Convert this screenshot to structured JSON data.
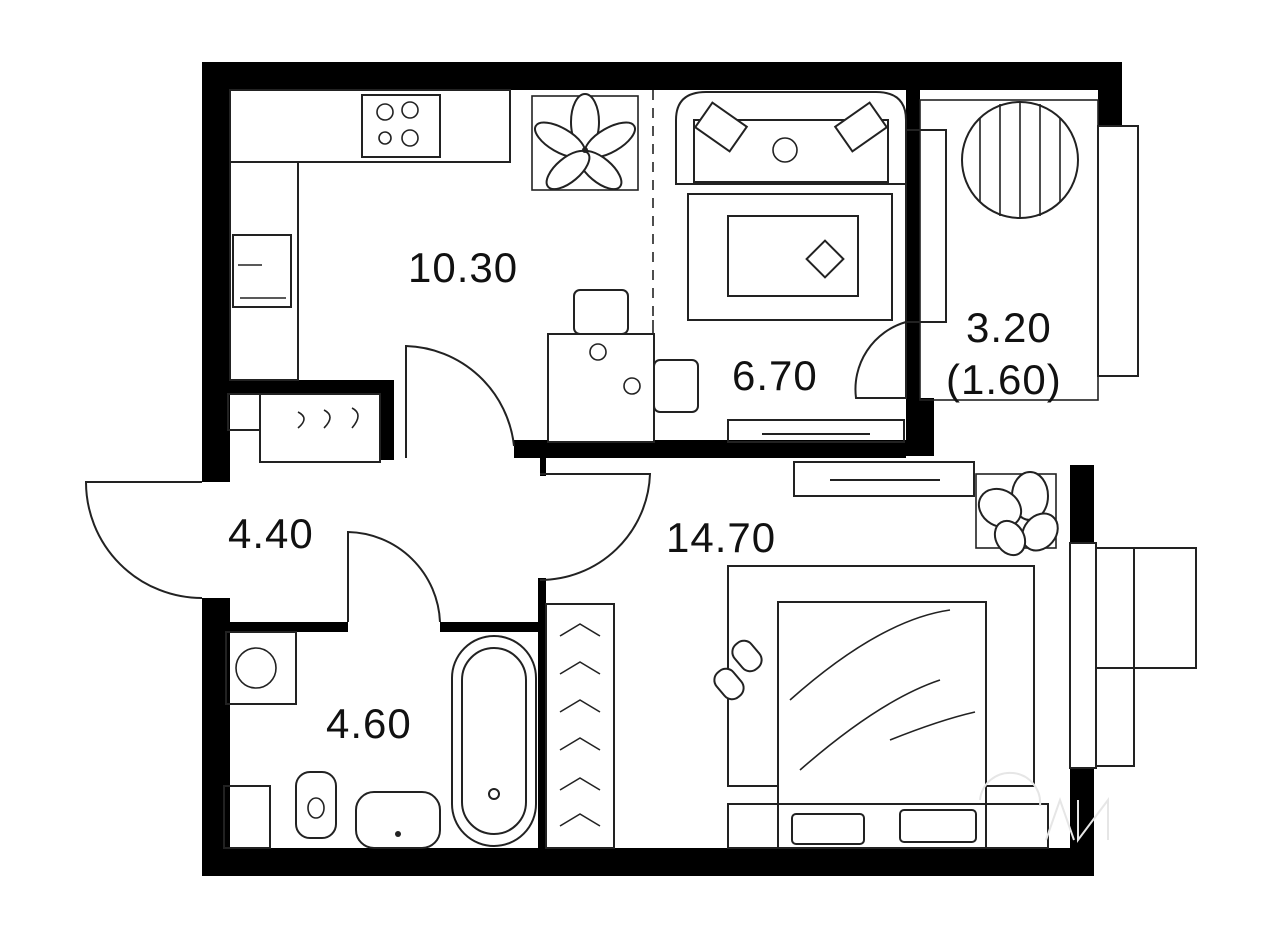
{
  "plan": {
    "rooms": [
      {
        "id": "kitchen",
        "area": "10.30"
      },
      {
        "id": "living",
        "area": "6.70"
      },
      {
        "id": "balcony",
        "area": "3.20",
        "area_note": "(1.60)"
      },
      {
        "id": "hall",
        "area": "4.40"
      },
      {
        "id": "bedroom",
        "area": "14.70"
      },
      {
        "id": "bathroom",
        "area": "4.60"
      }
    ]
  },
  "colors": {
    "wall": "#000000",
    "line": "#222222",
    "background": "#ffffff"
  }
}
